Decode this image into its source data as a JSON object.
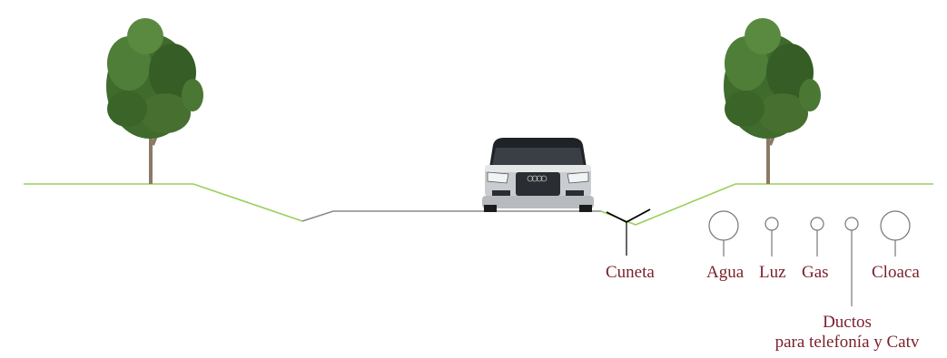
{
  "colors": {
    "ground_line": "#9ccf5a",
    "road_line": "#8a8a8a",
    "pipe_stroke": "#777777",
    "label_text": "#7a1f2b",
    "tree_foliage": "#3f6b2c",
    "tree_trunk": "#8a7a66"
  },
  "labels": {
    "cuneta": "Cuneta",
    "agua": "Agua",
    "luz": "Luz",
    "gas": "Gas",
    "cloaca": "Cloaca",
    "ductos_line1": "Ductos",
    "ductos_line2": "para telefonía y Catv"
  },
  "icons": {
    "left_tree": "tree-icon",
    "right_tree": "tree-icon",
    "car": "car-front-icon"
  }
}
